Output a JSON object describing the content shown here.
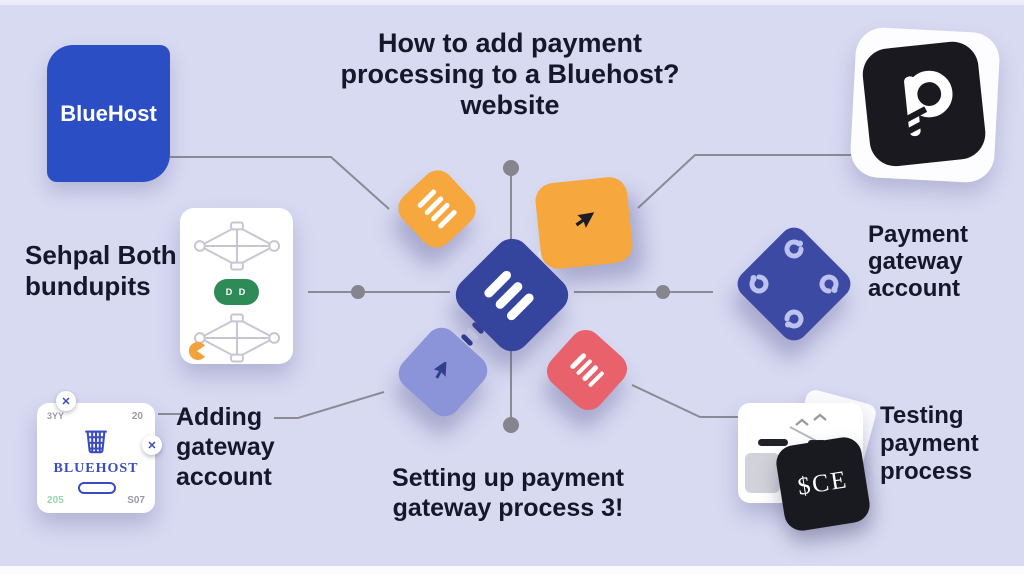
{
  "title": {
    "line1": "How to add payment",
    "line2": "processing to a Bluehost?",
    "line3": "website"
  },
  "bluehost_logo": {
    "text": "BlueHost"
  },
  "labels": {
    "left": {
      "line1": "Sehpal Both",
      "line2": "bundupits"
    },
    "payment_gateway": {
      "line1": "Payment",
      "line2": "gateway",
      "line3": "account"
    },
    "adding_gateway": {
      "line1": "Adding",
      "line2": "gateway",
      "line3": "account"
    },
    "testing_payment": {
      "line1": "Testing",
      "line2": "payment",
      "line3": "process"
    },
    "bottom_caption": {
      "line1": "Setting up payment",
      "line2": "gateway process 3!"
    }
  },
  "left_card": {
    "badge": "D D"
  },
  "order_card": {
    "top_left": "3YY",
    "top_right": "20",
    "brand": "BLUEHOST",
    "bottom_left": "205",
    "bottom_right": "S07",
    "close": "✕"
  },
  "price_card": {
    "text": "$CE"
  },
  "icons": {
    "p_logo": "p-mark",
    "refresh": "circular-arrow",
    "cursor": "mouse-pointer",
    "basket": "shopping-basket",
    "close": "x-mark",
    "pacman": "pie-wedge",
    "network": "node-diagram",
    "dashes": "text-lines"
  },
  "colors": {
    "background": "#d8daf2",
    "bluehost_blue": "#2b4ec5",
    "orange": "#f6a73e",
    "red": "#e8616b",
    "periwinkle": "#8b93d9",
    "center_indigo": "#35449c",
    "gateway_indigo": "#3c4aa3",
    "line_gray": "#8b8b96",
    "green": "#2e8a57",
    "black": "#1a1a20",
    "link_green": "#97d8ae",
    "muted_gray": "#9b9ba8"
  }
}
